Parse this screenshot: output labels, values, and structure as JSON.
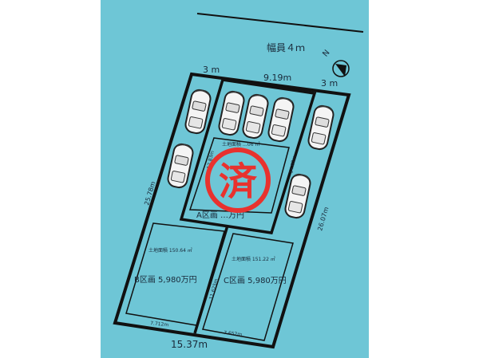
{
  "colors": {
    "background": "#6ec6d6",
    "lines": "#111111",
    "stamp": "#e8322e",
    "page": "#ffffff"
  },
  "road": {
    "label": "幅員４ｍ"
  },
  "compass": {
    "label": "N"
  },
  "dimensions": {
    "top_left": "3 m",
    "top_middle": "9.19m",
    "top_right": "3 m",
    "left_side": "25.78m",
    "right_side": "26.07m",
    "bottom": "15.37m",
    "lot_a_left": "12.83m",
    "lot_a_right": "14.62m",
    "lot_b_bottom": "7.712m",
    "lot_c_bottom": "7.652m",
    "bc_divider": "11.625m"
  },
  "lots": [
    {
      "id": "A",
      "area": "土地面積 …06 ㎡",
      "price": "A区画 …万円",
      "status": "済"
    },
    {
      "id": "B",
      "area": "土地面積 150.64 ㎡",
      "price": "B区画 5,980万円"
    },
    {
      "id": "C",
      "area": "土地面積 151.22 ㎡",
      "price": "C区画 5,980万円"
    }
  ]
}
